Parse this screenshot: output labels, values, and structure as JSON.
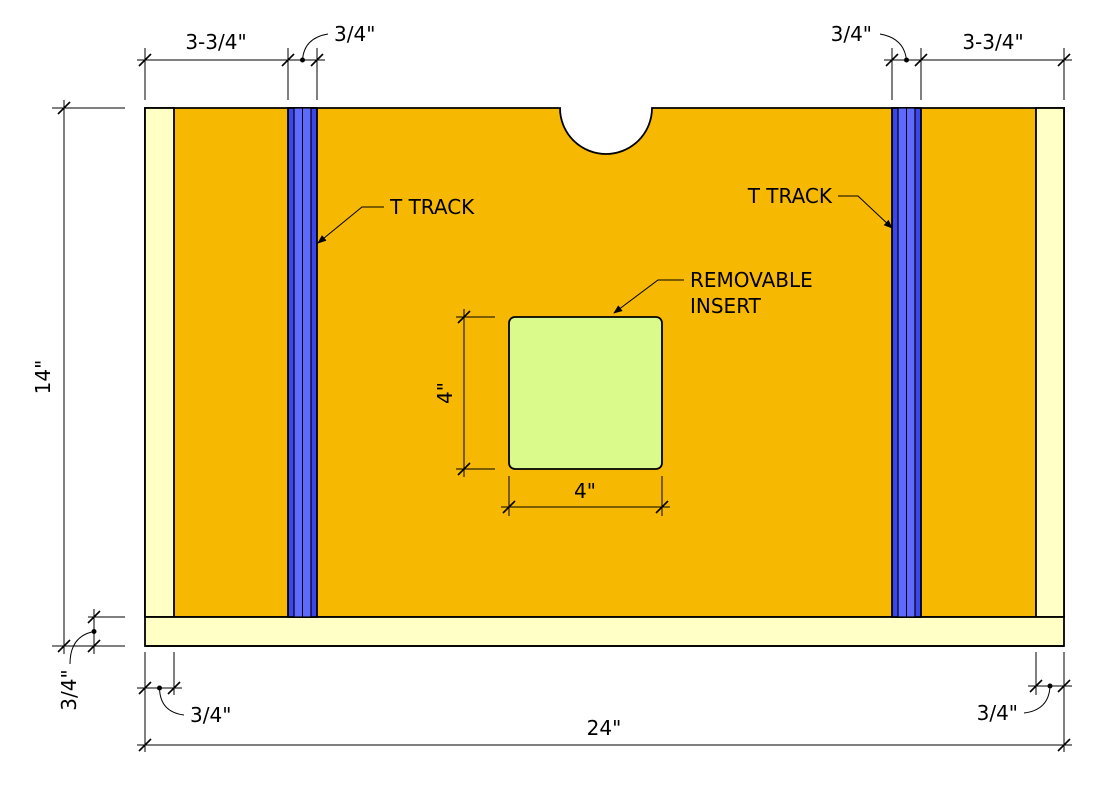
{
  "colors": {
    "panel": "#f6b800",
    "edging": "#ffffc6",
    "track_outer": "#3b46ef",
    "track_inner": "#5d69ff",
    "insert": "#dafa8c",
    "line": "#000000",
    "background": "#ffffff"
  },
  "dimensions": {
    "top_left_track_offset": "3-3/4\"",
    "top_left_track_width": "3/4\"",
    "top_right_track_width": "3/4\"",
    "top_right_track_offset": "3-3/4\"",
    "overall_height": "14\"",
    "bottom_strip_height": "3/4\"",
    "left_edge_width": "3/4\"",
    "right_edge_width": "3/4\"",
    "overall_width": "24\"",
    "insert_height": "4\"",
    "insert_width": "4\""
  },
  "labels": {
    "left_track": "T TRACK",
    "right_track": "T TRACK",
    "insert_line1": "REMOVABLE",
    "insert_line2": "INSERT"
  }
}
